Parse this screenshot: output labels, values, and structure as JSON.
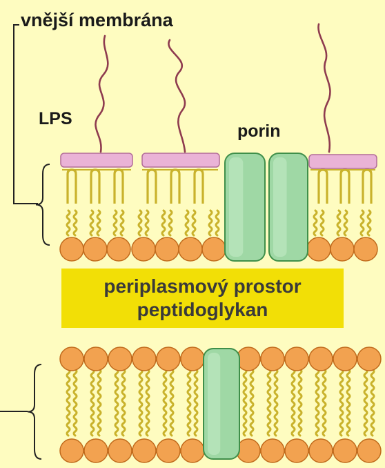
{
  "labels": {
    "outer_membrane": "vnější membrána",
    "lps": "LPS",
    "porin": "porin",
    "periplasm_line1": "periplasmový prostor",
    "periplasm_line2": "peptidoglykan"
  },
  "colors": {
    "background": "#fefcc0",
    "lps_bar": "#eab3d6",
    "porin": "#9fd8a5",
    "lipid_head": "#f2a250",
    "lipid_tail": "#c9b22c",
    "periplasm_box": "#f2df06",
    "lps_chain": "#8e3b4f"
  }
}
